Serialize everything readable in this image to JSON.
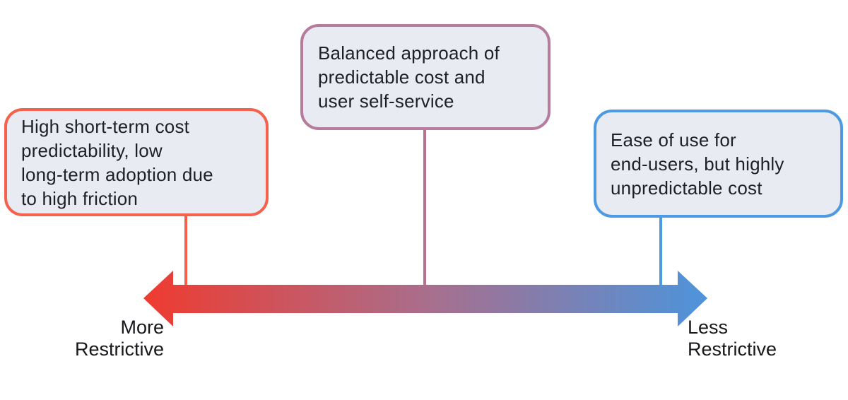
{
  "diagram": {
    "title": "cost-predictability vs user-self-service spectrum",
    "boxes": [
      {
        "id": "more-restrictive",
        "text": "High short-term cost\npredictability, low\nlong-term adoption due\nto high friction",
        "border_color": "#F4614D",
        "connector_color": "#F4604C",
        "background": "#E8EBF1"
      },
      {
        "id": "balanced",
        "text": "Balanced approach of\npredictable cost and\nuser self-service",
        "border_color": "#B77C9D",
        "connector_color": "#B5718F",
        "background": "#E8EBF1"
      },
      {
        "id": "less-restrictive",
        "text": "Ease of use for\nend-users, but highly\nunpredictable cost",
        "border_color": "#4E9AE2",
        "connector_color": "#4E9AE2",
        "background": "#E8EBF1"
      }
    ],
    "axis": {
      "left_label": "More\nRestrictive",
      "right_label": "Less\nRestrictive",
      "gradient_start": "#EF3B2F",
      "gradient_mid": "#A96E8C",
      "gradient_end": "#4D94DB",
      "label_color": "#17181C"
    }
  }
}
